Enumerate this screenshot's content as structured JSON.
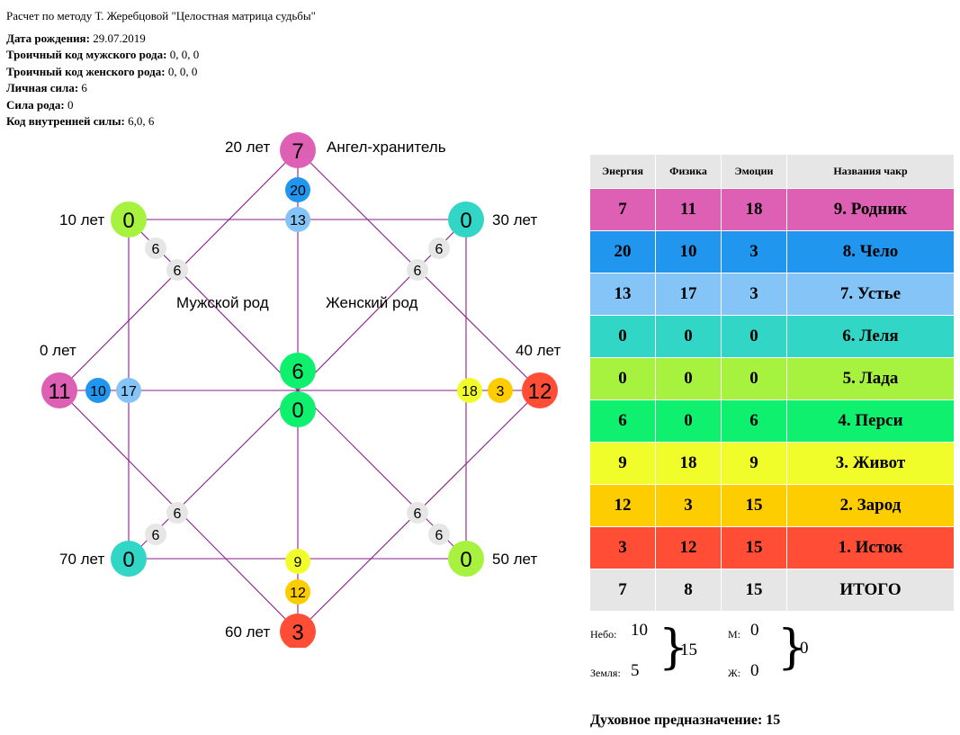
{
  "header": {
    "title": "Расчет по методу Т. Жеребцовой \"Целостная матрица судьбы\"",
    "birth_label": "Дата рождения:",
    "birth_value": "29.07.2019",
    "male_code_label": "Троичный код мужского рода:",
    "male_code_value": "0, 0, 0",
    "female_code_label": "Троичный код женского рода:",
    "female_code_value": "0, 0, 0",
    "personal_power_label": "Личная сила:",
    "personal_power_value": "6",
    "family_power_label": "Сила рода:",
    "family_power_value": "0",
    "inner_code_label": "Код внутренней силы:",
    "inner_code_value": "6,0, 6"
  },
  "colors": {
    "pink": "#dd60b5",
    "blue": "#2196ee",
    "lightblue": "#85c4f6",
    "teal": "#31d6c6",
    "lime": "#a6f23e",
    "green": "#0ef06e",
    "yellow": "#f0fd2a",
    "orange": "#fdcd00",
    "red": "#ff4e35",
    "gray": "#e6e6e6",
    "line": "#8b1e8b"
  },
  "matrix": {
    "labels": {
      "age_20": "20 лет",
      "angel": "Ангел-хранитель",
      "age_10": "10 лет",
      "age_30": "30 лет",
      "age_0": "0 лет",
      "age_40": "40 лет",
      "age_70": "70 лет",
      "age_50": "50 лет",
      "age_60": "60 лет",
      "male_line": "Мужской род",
      "female_line": "Женский род"
    },
    "nodes": {
      "top": "7",
      "top_inner_1": "20",
      "top_inner_2": "13",
      "left": "11",
      "left_inner_1": "10",
      "left_inner_2": "17",
      "right": "12",
      "right_inner_1": "3",
      "right_inner_2": "18",
      "bottom": "3",
      "bottom_inner_1": "12",
      "bottom_inner_2": "9",
      "center_top": "6",
      "center": "0",
      "corner_tl": "0",
      "corner_tr": "0",
      "corner_bl": "0",
      "corner_br": "0",
      "tl_1": "6",
      "tl_2": "6",
      "tr_1": "6",
      "tr_2": "6",
      "bl_1": "6",
      "bl_2": "6",
      "br_1": "6",
      "br_2": "6"
    }
  },
  "table": {
    "headers": [
      "Энергия",
      "Физика",
      "Эмоции",
      "Названия чакр"
    ],
    "rows": [
      {
        "energy": "7",
        "physics": "11",
        "emotions": "18",
        "name": "9. Родник",
        "color": "#dd60b5"
      },
      {
        "energy": "20",
        "physics": "10",
        "emotions": "3",
        "name": "8. Чело",
        "color": "#2196ee"
      },
      {
        "energy": "13",
        "physics": "17",
        "emotions": "3",
        "name": "7. Устье",
        "color": "#85c4f6"
      },
      {
        "energy": "0",
        "physics": "0",
        "emotions": "0",
        "name": "6. Леля",
        "color": "#31d6c6"
      },
      {
        "energy": "0",
        "physics": "0",
        "emotions": "0",
        "name": "5. Лада",
        "color": "#a6f23e"
      },
      {
        "energy": "6",
        "physics": "0",
        "emotions": "6",
        "name": "4. Перси",
        "color": "#0ef06e"
      },
      {
        "energy": "9",
        "physics": "18",
        "emotions": "9",
        "name": "3. Живот",
        "color": "#f0fd2a"
      },
      {
        "energy": "12",
        "physics": "3",
        "emotions": "15",
        "name": "2. Зарод",
        "color": "#fdcd00"
      },
      {
        "energy": "3",
        "physics": "12",
        "emotions": "15",
        "name": "1. Исток",
        "color": "#ff4e35"
      },
      {
        "energy": "7",
        "physics": "8",
        "emotions": "15",
        "name": "ИТОГО",
        "color": "#e6e6e6"
      }
    ]
  },
  "sums": {
    "sky_label": "Небо:",
    "sky_value": "10",
    "earth_label": "Земля:",
    "earth_value": "5",
    "sky_earth_total": "15",
    "m_label": "М:",
    "m_value": "0",
    "f_label": "Ж:",
    "f_value": "0",
    "mf_total": "0"
  },
  "spirit": {
    "label": "Духовное предназначение:",
    "value": "15"
  }
}
